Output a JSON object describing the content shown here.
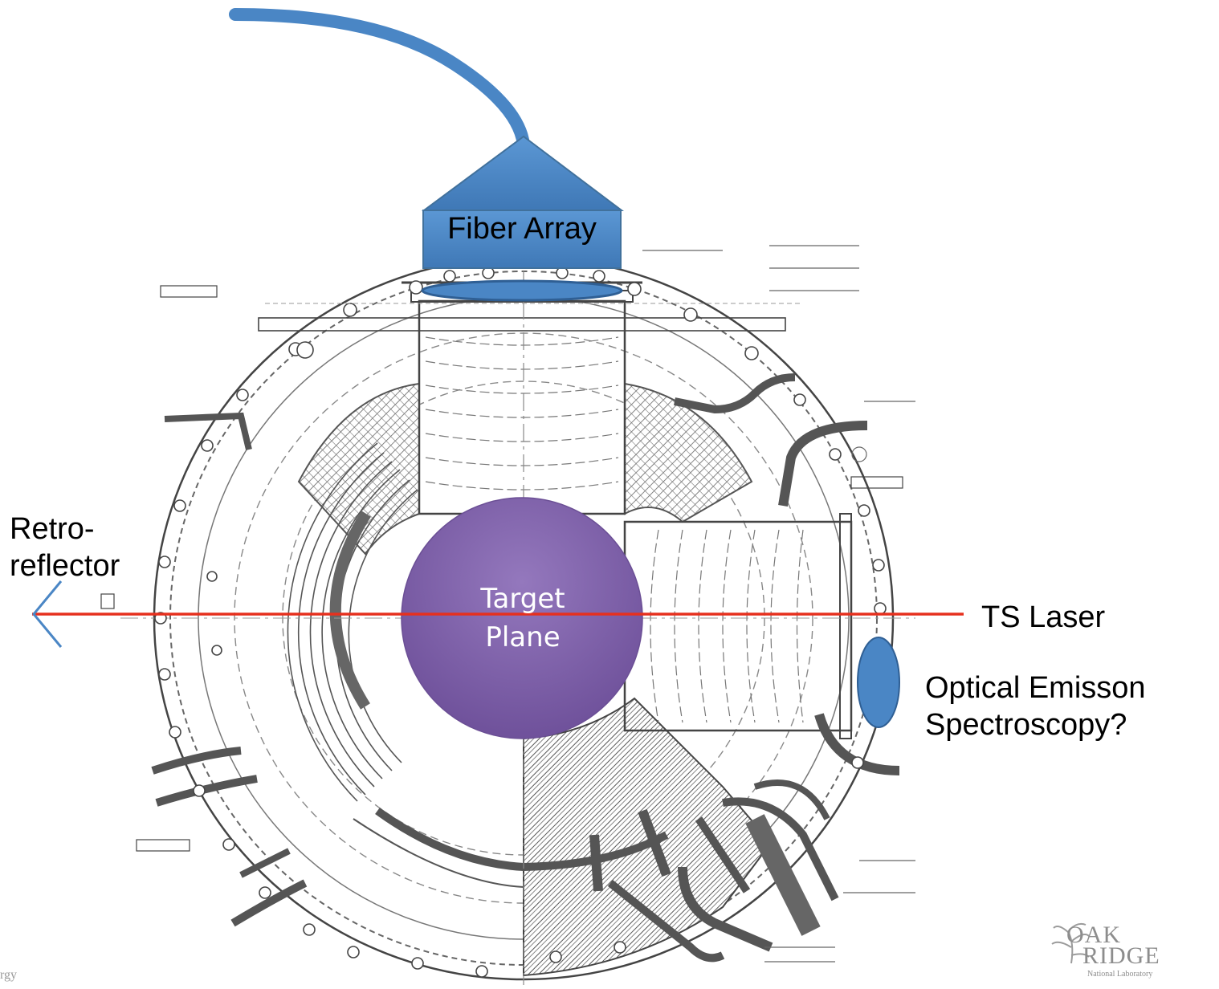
{
  "labels": {
    "fiber_array": "Fiber Array",
    "target_line1": "Target",
    "target_line2": "Plane",
    "retro_line1": "Retro-",
    "retro_line2": "reflector",
    "ts_laser": "TS Laser",
    "oes_line1": "Optical Emisson",
    "oes_line2": "Spectroscopy?"
  },
  "logo": {
    "line1": "OAK",
    "line2": "RIDGE",
    "line3": "National Laboratory"
  },
  "footer_fragment": "rgy",
  "colors": {
    "fiber_blue": "#4a86c5",
    "fiber_edge": "#41719c",
    "target_purple": "#7d5fa6",
    "laser_red": "#e6301e",
    "drawing_ink": "#444444"
  }
}
